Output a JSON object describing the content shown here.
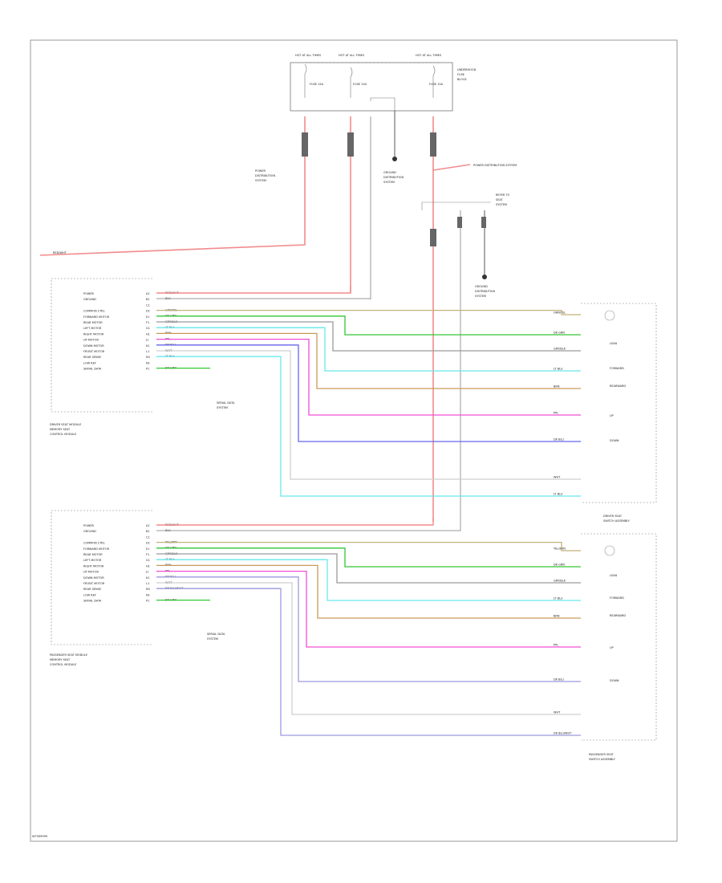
{
  "footer_code": "W7599999",
  "colors": {
    "red": "#f28b8b",
    "pink": "#f04fd6",
    "yellow": "#c4b27a",
    "green": "#33c733",
    "gray": "#9a9a9a",
    "lightgray": "#cfcfcf",
    "cyan": "#66e8ee",
    "orange": "#c99a5a",
    "blue": "#6666ee",
    "lavender": "#9a9ae0",
    "black": "#222222"
  },
  "fuse_block": {
    "labels": [
      "HOT AT ALL TIMES",
      "HOT AT ALL TIMES",
      "HOT AT ALL TIMES"
    ],
    "fuses": [
      "FUSE 15A",
      "FUSE 15A",
      "FUSE 15A"
    ],
    "side_label": [
      "UNDERHOOD",
      "FUSE",
      "BLOCK"
    ]
  },
  "refs": {
    "power_dist_left": [
      "POWER",
      "DISTRIBUTION",
      "SYSTEM"
    ],
    "power_dist_right": "POWER DISTRIBUTION SYSTEM",
    "ground_dist": [
      "GROUND",
      "DISTRIBUTION",
      "SYSTEM"
    ],
    "seat_ref": [
      "REFER TO",
      "SEAT",
      "SYSTEM"
    ],
    "ground_bottom": [
      "GROUND",
      "DISTRIBUTION",
      "SYSTEM"
    ],
    "serial_data_1": [
      "SERIAL DATA",
      "SYSTEM"
    ],
    "serial_data_2": [
      "SERIAL DATA",
      "SYSTEM"
    ],
    "red_wht_top": "RED/WHT"
  },
  "modules": [
    {
      "name": [
        "DRIVER SEAT MODULE",
        "MEMORY SEAT",
        "CONTROL MODULE"
      ],
      "pins": [
        "A1",
        "B1",
        "C1",
        "D1",
        "E1",
        "F1",
        "G1",
        "H1",
        "J1",
        "K1",
        "L1",
        "M1",
        "N1",
        "P1"
      ],
      "functions": [
        "POWER",
        "GROUND",
        "",
        "COMMON CTRL",
        "FORWARD MOTOR",
        "REAR MOTOR",
        "LEFT MOTOR",
        "RIGHT MOTOR",
        "UP MOTOR",
        "DOWN MOTOR",
        "FRONT MOTOR",
        "REAR SENSE",
        "LOW REF",
        "SERIAL DATA"
      ],
      "wires": [
        "RED/WHT",
        "BLK",
        "",
        "GRN/YEL",
        "DK GRN",
        "GRY/BLK",
        "LT BLU",
        "BRN",
        "PPL",
        "DK BLU",
        "WHT",
        "LT BLU",
        "",
        "DK GRN"
      ]
    },
    {
      "name": [
        "PASSENGER SEAT MODULE",
        "MEMORY SEAT",
        "CONTROL MODULE"
      ],
      "pins": [
        "A1",
        "B1",
        "C1",
        "D1",
        "E1",
        "F1",
        "G1",
        "H1",
        "J1",
        "K1",
        "L1",
        "M1",
        "N1",
        "P1"
      ],
      "functions": [
        "POWER",
        "GROUND",
        "",
        "COMMON CTRL",
        "FORWARD MOTOR",
        "REAR MOTOR",
        "LEFT MOTOR",
        "RIGHT MOTOR",
        "UP MOTOR",
        "DOWN MOTOR",
        "FRONT MOTOR",
        "REAR SENSE",
        "LOW REF",
        "SERIAL DATA"
      ],
      "wires": [
        "RED/WHT",
        "BLK",
        "",
        "YEL/BRN",
        "DK GRN",
        "GRY/BLK",
        "LT BLU",
        "BRN",
        "PPL",
        "DK BLU",
        "WHT",
        "DK BLU/WHT",
        "",
        "DK GRN"
      ]
    }
  ],
  "switches": [
    {
      "name": [
        "DRIVER SEAT",
        "SWITCH ASSEMBLY"
      ],
      "inner": [
        "LEAN",
        "FORWARD",
        "REARWARD",
        "UP",
        "DOWN"
      ],
      "right_wires": [
        "GRN/YEL",
        "DK GRN",
        "GRY/BLK",
        "LT BLU",
        "BRN",
        "PPL",
        "DK BLU",
        "WHT",
        "LT BLU"
      ]
    },
    {
      "name": [
        "PASSENGER SEAT",
        "SWITCH ASSEMBLY"
      ],
      "inner": [
        "LEAN",
        "FORWARD",
        "REARWARD",
        "UP",
        "DOWN"
      ],
      "right_wires": [
        "YEL/BRN",
        "DK GRN",
        "GRY/BLK",
        "LT BLU",
        "BRN",
        "PPL",
        "DK BLU",
        "WHT",
        "DK BLU/WHT"
      ]
    }
  ]
}
